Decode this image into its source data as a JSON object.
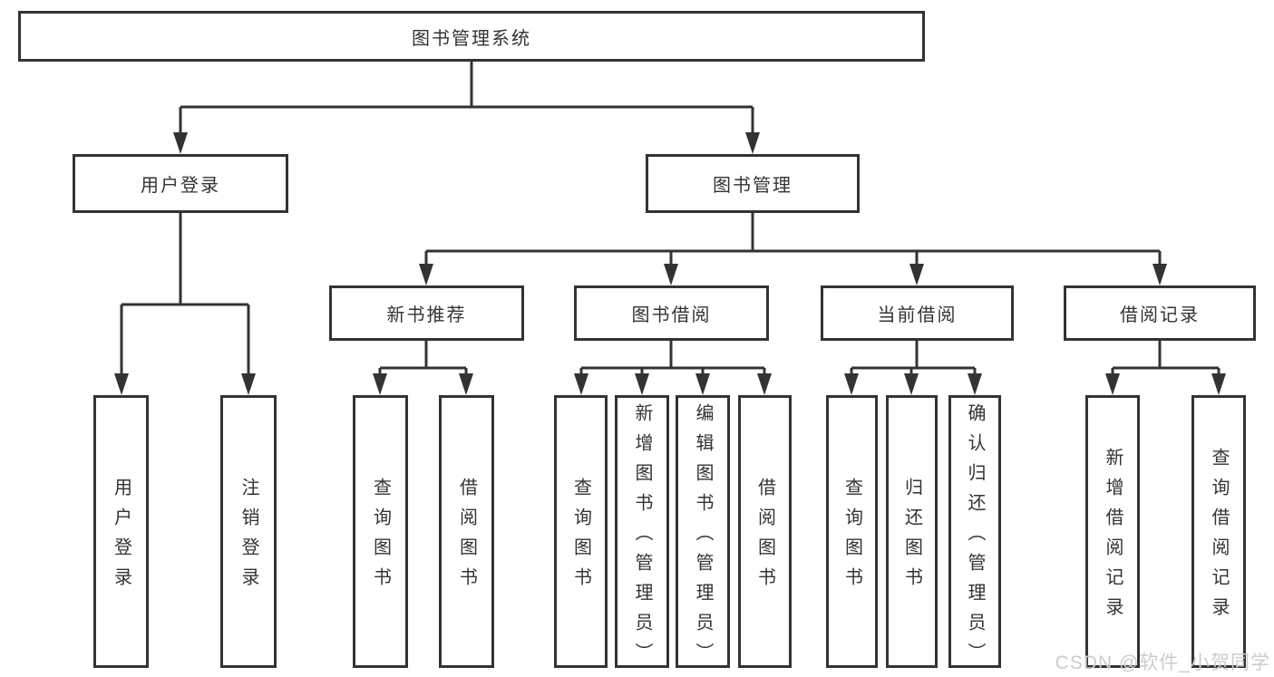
{
  "tree": {
    "root": "图书管理系统",
    "branches": [
      {
        "label": "用户登录",
        "children": [
          {
            "label": "用户登录"
          },
          {
            "label": "注销登录"
          }
        ]
      },
      {
        "label": "图书管理",
        "sections": [
          {
            "label": "新书推荐",
            "children": [
              {
                "label": "查询图书"
              },
              {
                "label": "借阅图书"
              }
            ]
          },
          {
            "label": "图书借阅",
            "children": [
              {
                "label": "查询图书"
              },
              {
                "label": "新增图书（管理员）"
              },
              {
                "label": "编辑图书（管理员）"
              },
              {
                "label": "借阅图书"
              }
            ]
          },
          {
            "label": "当前借阅",
            "children": [
              {
                "label": "查询图书"
              },
              {
                "label": "归还图书"
              },
              {
                "label": "确认归还（管理员）"
              }
            ]
          },
          {
            "label": "借阅记录",
            "children": [
              {
                "label": "新增借阅记录"
              },
              {
                "label": "查询借阅记录"
              }
            ]
          }
        ]
      }
    ]
  },
  "watermark": {
    "text": "CSDN @软件_小贺同学"
  },
  "colors": {
    "line": "#333333",
    "text": "#333333",
    "box_background": "#ffffff",
    "watermark": "#cccccc"
  }
}
